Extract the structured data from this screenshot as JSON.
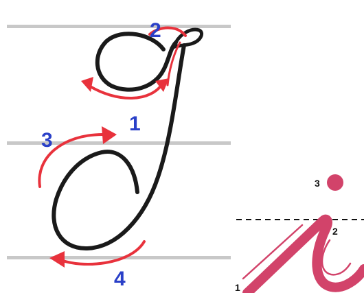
{
  "left_panel": {
    "ruling_color": "#c8c8c8",
    "letter_stroke_color": "#1a1a1a",
    "arrow_color": "#e8323c",
    "number_color": "#2a40c8",
    "step_labels": [
      "1",
      "2",
      "3",
      "4"
    ]
  },
  "right_panel": {
    "stroke_color": "#d2436a",
    "guide_color": "#111111",
    "step_labels": [
      "1",
      "2",
      "3"
    ]
  }
}
